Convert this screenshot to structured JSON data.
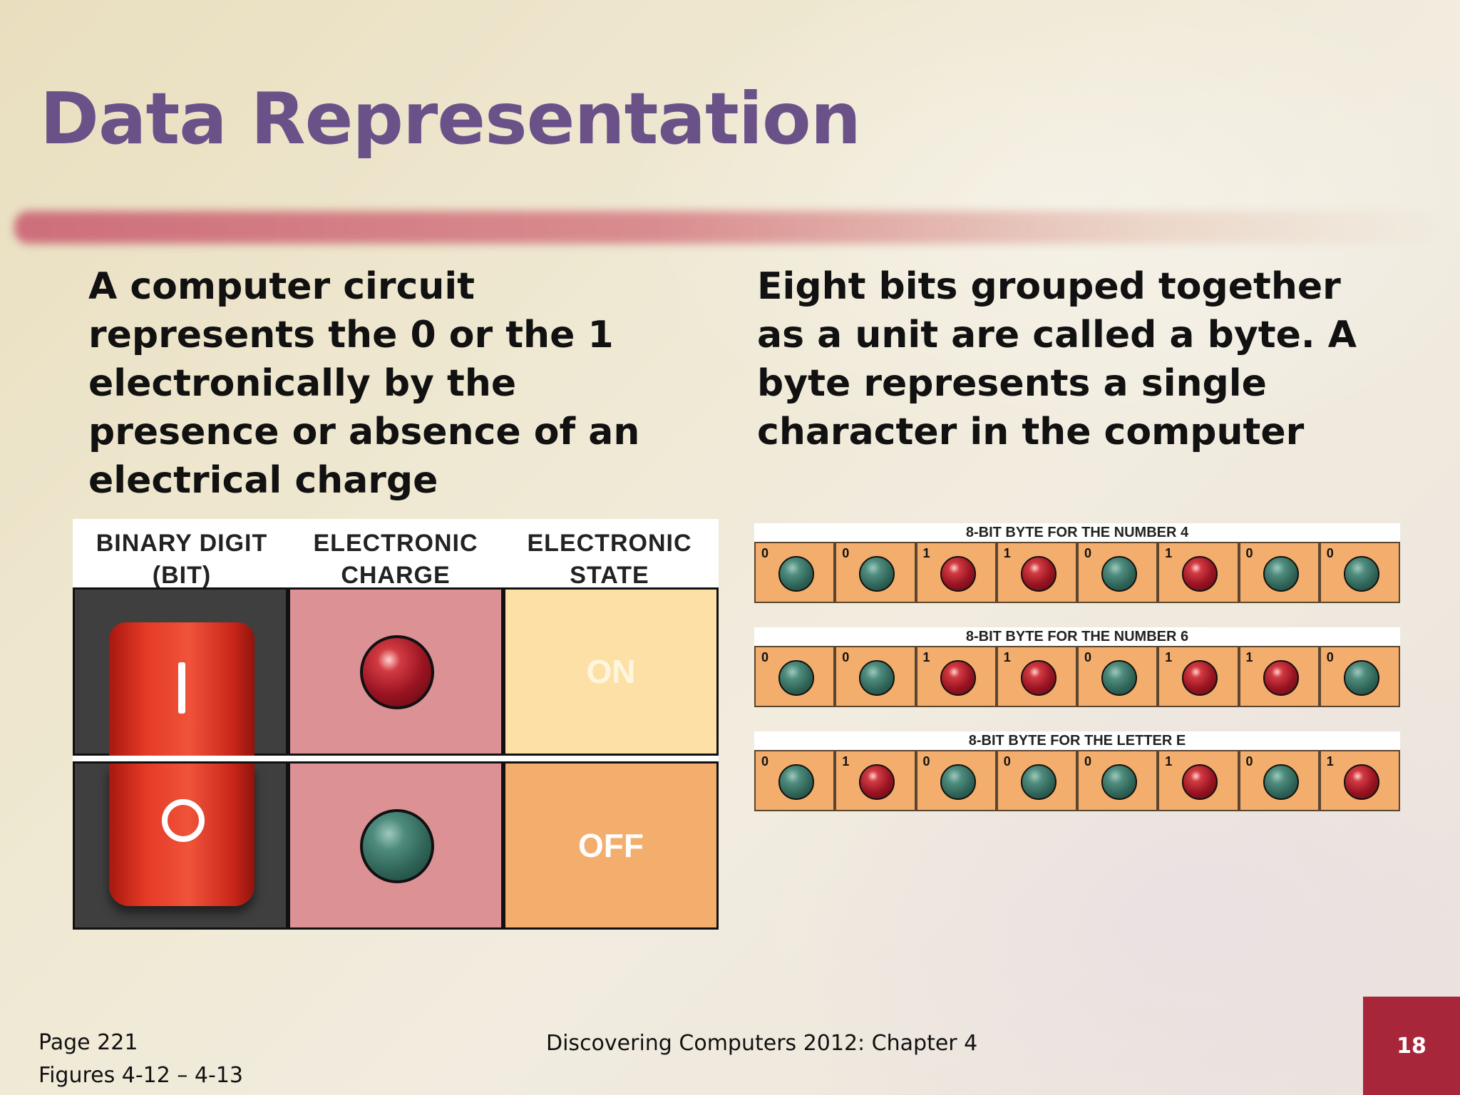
{
  "slide": {
    "title": "Data Representation",
    "left_text": "A computer circuit represents the 0 or the 1 electronically by the presence or absence of an electrical charge",
    "right_text": "Eight bits grouped together as a unit are called a byte. A byte represents a single character in the computer",
    "colors": {
      "title": "#6a5289",
      "page_badge": "#a8263a"
    }
  },
  "figure_left": {
    "headers": [
      "BINARY DIGIT\n(BIT)",
      "ELECTRONIC\nCHARGE",
      "ELECTRONIC\nSTATE"
    ],
    "header_lines": [
      [
        "BINARY DIGIT",
        "(BIT)"
      ],
      [
        "ELECTRONIC",
        "CHARGE"
      ],
      [
        "ELECTRONIC",
        "STATE"
      ]
    ],
    "rows": [
      {
        "switch_icon": "rocker-switch-on-icon",
        "charge": "red",
        "state": "ON"
      },
      {
        "switch_icon": "rocker-switch-off-icon",
        "charge": "green",
        "state": "OFF"
      }
    ]
  },
  "figure_right": {
    "bytes": [
      {
        "caption": "8-BIT BYTE FOR THE NUMBER 4",
        "bits": [
          "0",
          "0",
          "1",
          "1",
          "0",
          "1",
          "0",
          "0"
        ]
      },
      {
        "caption": "8-BIT BYTE FOR THE NUMBER 6",
        "bits": [
          "0",
          "0",
          "1",
          "1",
          "0",
          "1",
          "1",
          "0"
        ]
      },
      {
        "caption": "8-BIT BYTE FOR THE LETTER E",
        "bits": [
          "0",
          "1",
          "0",
          "0",
          "0",
          "1",
          "0",
          "1"
        ]
      }
    ]
  },
  "footer": {
    "page_ref": "Page 221",
    "figures_ref": "Figures 4-12 – 4-13",
    "center": "Discovering Computers 2012: Chapter 4",
    "page_number": "18"
  }
}
